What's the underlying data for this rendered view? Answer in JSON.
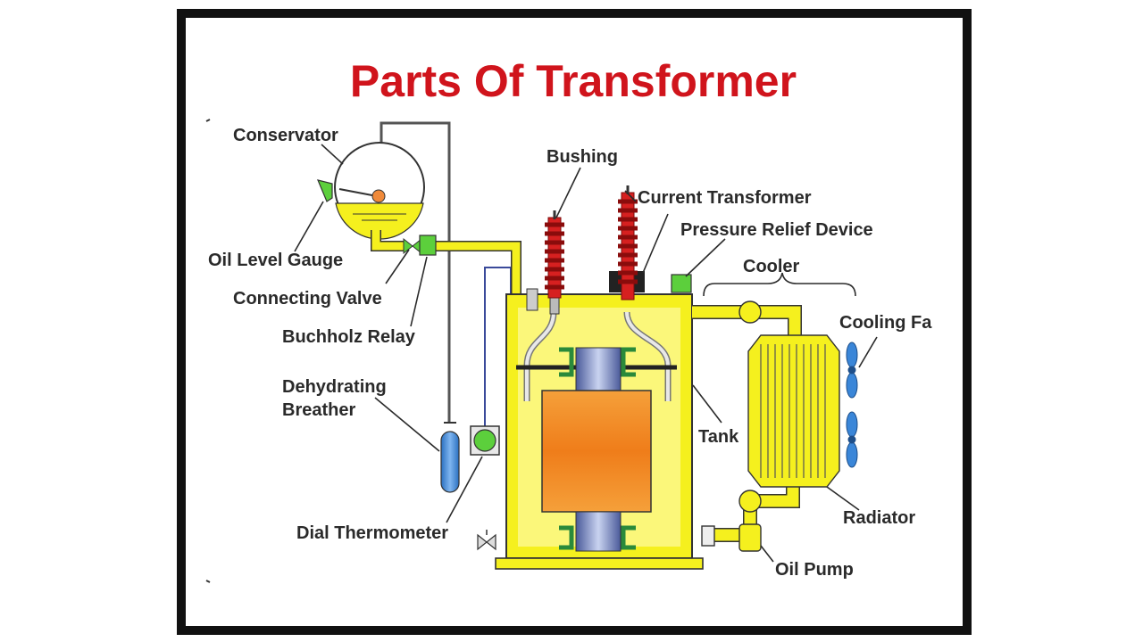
{
  "title": "Parts Of Transformer",
  "labels": {
    "conservator": "Conservator",
    "oil_level_gauge": "Oil Level Gauge",
    "connecting_valve": "Connecting Valve",
    "buchholz_relay": "Buchholz Relay",
    "dehydrating_breather_1": "Dehydrating",
    "dehydrating_breather_2": "Breather",
    "dial_thermometer": "Dial Thermometer",
    "bushing": "Bushing",
    "current_transformer": "Current Transformer",
    "pressure_relief_device": "Pressure Relief Device",
    "cooler": "Cooler",
    "cooling_fan": "Cooling Fa",
    "tank": "Tank",
    "radiator": "Radiator",
    "oil_pump": "Oil Pump"
  },
  "colors": {
    "title": "#d0141c",
    "oil": "#f5f01e",
    "core": "#f08a1e",
    "bushing": "#d62020",
    "breather": "#3a86d8",
    "relay": "#5ccf3c",
    "fan": "#3a86d8"
  }
}
